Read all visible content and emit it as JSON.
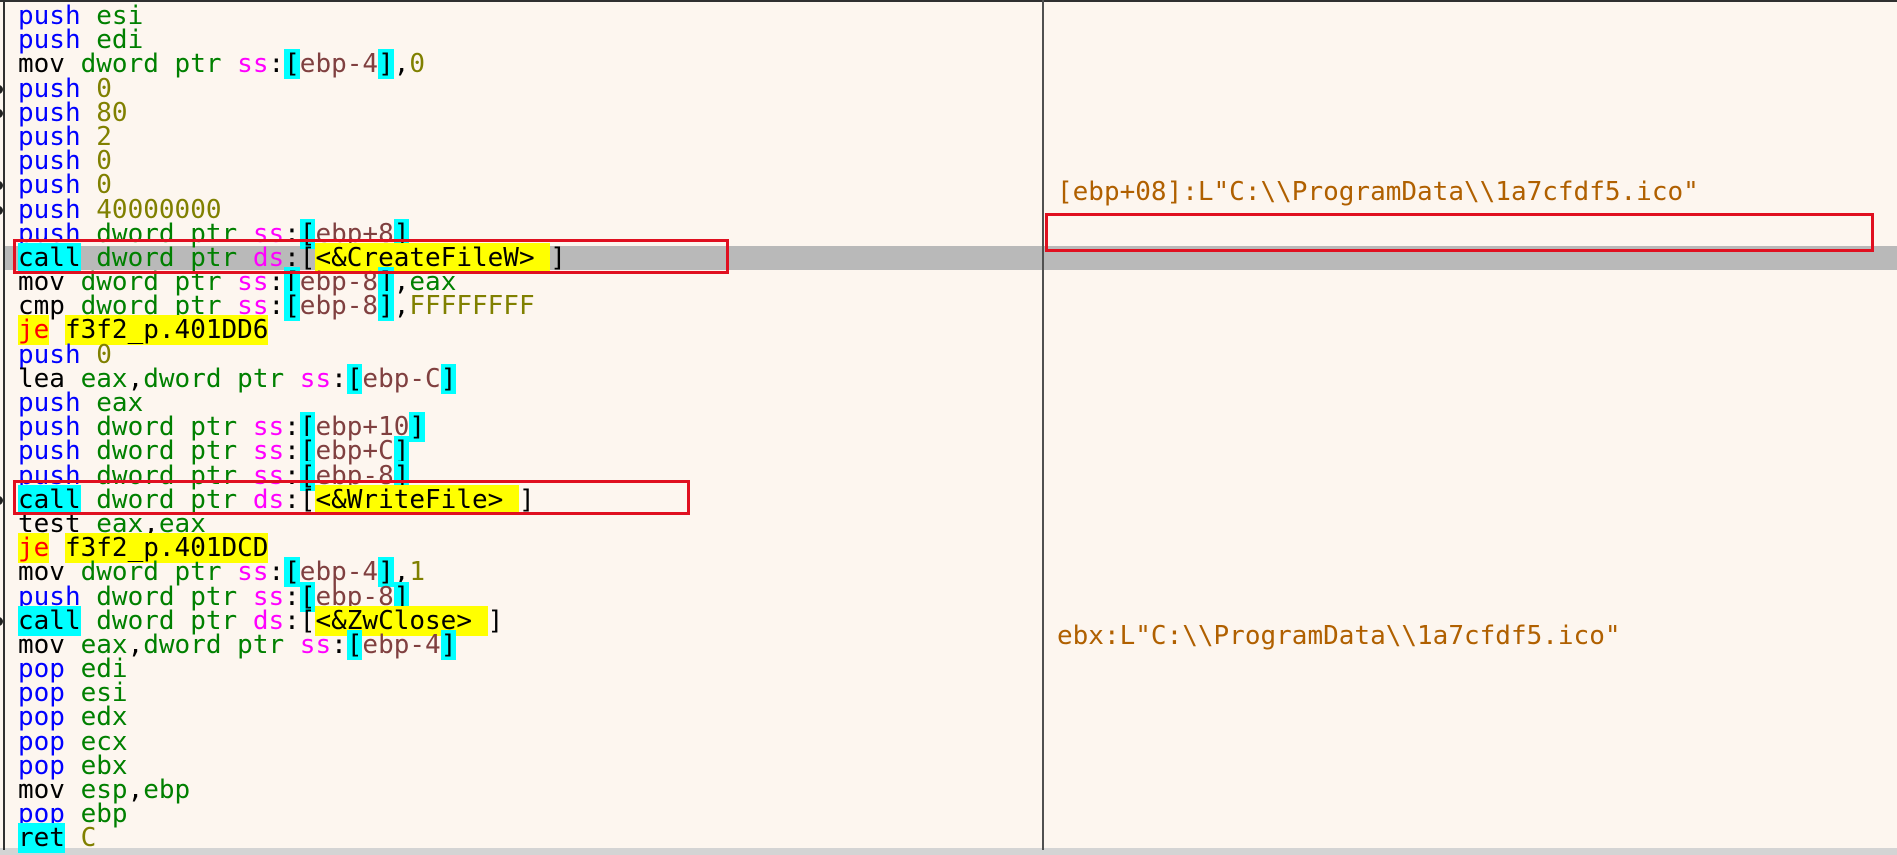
{
  "lines": [
    {
      "m": "push",
      "ops": [
        {
          "c": "reg",
          "t": "esi"
        }
      ]
    },
    {
      "m": "push",
      "ops": [
        {
          "c": "reg",
          "t": "edi"
        }
      ]
    },
    {
      "m": "mov",
      "ops": [
        {
          "c": "kw",
          "t": "dword ptr "
        },
        {
          "c": "seg",
          "t": "ss"
        },
        {
          "c": "",
          "t": ":"
        },
        {
          "c": "br",
          "t": "["
        },
        {
          "c": "mem",
          "t": "ebp-4"
        },
        {
          "c": "br",
          "t": "]"
        },
        {
          "c": "",
          "t": ","
        },
        {
          "c": "num",
          "t": "0"
        }
      ]
    },
    {
      "m": "push",
      "ops": [
        {
          "c": "num",
          "t": "0"
        }
      ],
      "bp": true
    },
    {
      "m": "push",
      "ops": [
        {
          "c": "num",
          "t": "80"
        }
      ],
      "bp": true
    },
    {
      "m": "push",
      "ops": [
        {
          "c": "num",
          "t": "2"
        }
      ]
    },
    {
      "m": "push",
      "ops": [
        {
          "c": "num",
          "t": "0"
        }
      ]
    },
    {
      "m": "push",
      "ops": [
        {
          "c": "num",
          "t": "0"
        }
      ],
      "bp": true
    },
    {
      "m": "push",
      "ops": [
        {
          "c": "num",
          "t": "40000000"
        }
      ],
      "bp": true
    },
    {
      "m": "push",
      "ops": [
        {
          "c": "kw",
          "t": "dword ptr "
        },
        {
          "c": "seg",
          "t": "ss"
        },
        {
          "c": "",
          "t": ":"
        },
        {
          "c": "br",
          "t": "["
        },
        {
          "c": "mem",
          "t": "ebp+8"
        },
        {
          "c": "br",
          "t": "]"
        }
      ]
    },
    {
      "m": "call",
      "ops": [
        {
          "c": "kw",
          "t": "dword ptr "
        },
        {
          "c": "seg",
          "t": "ds"
        },
        {
          "c": "",
          "t": ":["
        },
        {
          "c": "api",
          "t": "<&CreateFileW> "
        },
        {
          "c": "",
          "t": "]"
        }
      ]
    },
    {
      "m": "mov",
      "ops": [
        {
          "c": "kw",
          "t": "dword ptr "
        },
        {
          "c": "seg",
          "t": "ss"
        },
        {
          "c": "",
          "t": ":"
        },
        {
          "c": "br",
          "t": "["
        },
        {
          "c": "mem",
          "t": "ebp-8"
        },
        {
          "c": "br",
          "t": "]"
        },
        {
          "c": "",
          "t": ","
        },
        {
          "c": "reg",
          "t": "eax"
        }
      ]
    },
    {
      "m": "cmp",
      "ops": [
        {
          "c": "kw",
          "t": "dword ptr "
        },
        {
          "c": "seg",
          "t": "ss"
        },
        {
          "c": "",
          "t": ":"
        },
        {
          "c": "br",
          "t": "["
        },
        {
          "c": "mem",
          "t": "ebp-8"
        },
        {
          "c": "br",
          "t": "]"
        },
        {
          "c": "",
          "t": ","
        },
        {
          "c": "num",
          "t": "FFFFFFFF"
        }
      ]
    },
    {
      "m": "je",
      "ops": [
        {
          "c": "jt",
          "t": "f3f2_p.401DD6"
        }
      ]
    },
    {
      "m": "push",
      "ops": [
        {
          "c": "num",
          "t": "0"
        }
      ]
    },
    {
      "m": "lea",
      "ops": [
        {
          "c": "reg",
          "t": "eax"
        },
        {
          "c": "",
          "t": ","
        },
        {
          "c": "kw",
          "t": "dword ptr "
        },
        {
          "c": "seg",
          "t": "ss"
        },
        {
          "c": "",
          "t": ":"
        },
        {
          "c": "br",
          "t": "["
        },
        {
          "c": "mem",
          "t": "ebp-C"
        },
        {
          "c": "br",
          "t": "]"
        }
      ]
    },
    {
      "m": "push",
      "ops": [
        {
          "c": "reg",
          "t": "eax"
        }
      ]
    },
    {
      "m": "push",
      "ops": [
        {
          "c": "kw",
          "t": "dword ptr "
        },
        {
          "c": "seg",
          "t": "ss"
        },
        {
          "c": "",
          "t": ":"
        },
        {
          "c": "br",
          "t": "["
        },
        {
          "c": "mem",
          "t": "ebp+10"
        },
        {
          "c": "br",
          "t": "]"
        }
      ]
    },
    {
      "m": "push",
      "ops": [
        {
          "c": "kw",
          "t": "dword ptr "
        },
        {
          "c": "seg",
          "t": "ss"
        },
        {
          "c": "",
          "t": ":"
        },
        {
          "c": "br",
          "t": "["
        },
        {
          "c": "mem",
          "t": "ebp+C"
        },
        {
          "c": "br",
          "t": "]"
        }
      ]
    },
    {
      "m": "push",
      "ops": [
        {
          "c": "kw",
          "t": "dword ptr "
        },
        {
          "c": "seg",
          "t": "ss"
        },
        {
          "c": "",
          "t": ":"
        },
        {
          "c": "br",
          "t": "["
        },
        {
          "c": "mem",
          "t": "ebp-8"
        },
        {
          "c": "br",
          "t": "]"
        }
      ]
    },
    {
      "m": "call",
      "ops": [
        {
          "c": "kw",
          "t": "dword ptr "
        },
        {
          "c": "seg",
          "t": "ds"
        },
        {
          "c": "",
          "t": ":["
        },
        {
          "c": "api",
          "t": "<&WriteFile> "
        },
        {
          "c": "",
          "t": "]"
        }
      ],
      "bp": true
    },
    {
      "m": "test",
      "ops": [
        {
          "c": "reg",
          "t": "eax"
        },
        {
          "c": "",
          "t": ","
        },
        {
          "c": "reg",
          "t": "eax"
        }
      ]
    },
    {
      "m": "je",
      "ops": [
        {
          "c": "jt",
          "t": "f3f2_p.401DCD"
        }
      ]
    },
    {
      "m": "mov",
      "ops": [
        {
          "c": "kw",
          "t": "dword ptr "
        },
        {
          "c": "seg",
          "t": "ss"
        },
        {
          "c": "",
          "t": ":"
        },
        {
          "c": "br",
          "t": "["
        },
        {
          "c": "mem",
          "t": "ebp-4"
        },
        {
          "c": "br",
          "t": "]"
        },
        {
          "c": "",
          "t": ","
        },
        {
          "c": "num",
          "t": "1"
        }
      ]
    },
    {
      "m": "push",
      "ops": [
        {
          "c": "kw",
          "t": "dword ptr "
        },
        {
          "c": "seg",
          "t": "ss"
        },
        {
          "c": "",
          "t": ":"
        },
        {
          "c": "br",
          "t": "["
        },
        {
          "c": "mem",
          "t": "ebp-8"
        },
        {
          "c": "br",
          "t": "]"
        }
      ]
    },
    {
      "m": "call",
      "ops": [
        {
          "c": "kw",
          "t": "dword ptr "
        },
        {
          "c": "seg",
          "t": "ds"
        },
        {
          "c": "",
          "t": ":["
        },
        {
          "c": "api",
          "t": "<&ZwClose> "
        },
        {
          "c": "",
          "t": "]"
        }
      ],
      "bp": true
    },
    {
      "m": "mov",
      "ops": [
        {
          "c": "reg",
          "t": "eax"
        },
        {
          "c": "",
          "t": ","
        },
        {
          "c": "kw",
          "t": "dword ptr "
        },
        {
          "c": "seg",
          "t": "ss"
        },
        {
          "c": "",
          "t": ":"
        },
        {
          "c": "br",
          "t": "["
        },
        {
          "c": "mem",
          "t": "ebp-4"
        },
        {
          "c": "br",
          "t": "]"
        }
      ]
    },
    {
      "m": "pop",
      "ops": [
        {
          "c": "reg",
          "t": "edi"
        }
      ]
    },
    {
      "m": "pop",
      "ops": [
        {
          "c": "reg",
          "t": "esi"
        }
      ]
    },
    {
      "m": "pop",
      "ops": [
        {
          "c": "reg",
          "t": "edx"
        }
      ]
    },
    {
      "m": "pop",
      "ops": [
        {
          "c": "reg",
          "t": "ecx"
        }
      ]
    },
    {
      "m": "pop",
      "ops": [
        {
          "c": "reg",
          "t": "ebx"
        }
      ]
    },
    {
      "m": "mov",
      "ops": [
        {
          "c": "reg",
          "t": "esp"
        },
        {
          "c": "",
          "t": ","
        },
        {
          "c": "reg",
          "t": "ebp"
        }
      ]
    },
    {
      "m": "pop",
      "ops": [
        {
          "c": "reg",
          "t": "ebp"
        }
      ]
    },
    {
      "m": "ret",
      "ops": [
        {
          "c": "num",
          "t": "C"
        }
      ]
    }
  ],
  "selected_line": 10,
  "comments": {
    "create_file_arg": "[ebp+08]:L\"C:\\\\ProgramData\\\\1a7cfdf5.ico\"",
    "ebx_value": "ebx:L\"C:\\\\ProgramData\\\\1a7cfdf5.ico\""
  },
  "colors": {
    "background": "#fdf6ef",
    "selection": "#b9b9b9",
    "call_highlight": "#00ffff",
    "jump_highlight": "#ffff00",
    "annotation_box": "#e01020",
    "comment_text": "#b06000"
  }
}
